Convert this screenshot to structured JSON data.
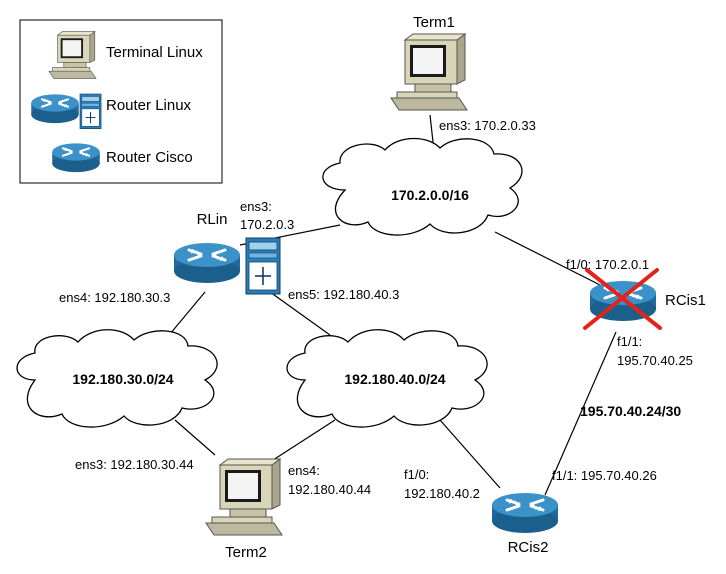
{
  "legend": {
    "items": [
      {
        "label": "Terminal Linux",
        "icon": "terminal-icon"
      },
      {
        "label": "Router Linux",
        "icon": "linux-router-icon"
      },
      {
        "label": "Router Cisco",
        "icon": "cisco-router-icon"
      }
    ]
  },
  "networks": {
    "net_main": "170.2.0.0/16",
    "net_30": "192.180.30.0/24",
    "net_40": "192.180.40.0/24",
    "net_wan": "195.70.40.24/30"
  },
  "nodes": {
    "term1": {
      "name": "Term1",
      "ens3": "ens3: 170.2.0.33"
    },
    "rlin": {
      "name": "RLin",
      "ens3_label": "ens3:",
      "ens3_ip": "170.2.0.3",
      "ens4": "ens4: 192.180.30.3",
      "ens5": "ens5: 192.180.40.3"
    },
    "rcis1": {
      "name": "RCis1",
      "f10": "f1/0: 170.2.0.1",
      "f11_label": "f1/1:",
      "f11_ip": "195.70.40.25"
    },
    "rcis2": {
      "name": "RCis2",
      "f10_label": "f1/0:",
      "f10_ip": "192.180.40.2",
      "f11": "f1/1: 195.70.40.26"
    },
    "term2": {
      "name": "Term2",
      "ens3": "ens3: 192.180.30.44",
      "ens4_label": "ens4:",
      "ens4_ip": "192.180.40.44"
    }
  },
  "colors": {
    "router_blue": "#2a7fb8",
    "router_dark": "#1b5f8c",
    "terminal_beige": "#d9d5b8",
    "fail_red": "#e2231a"
  }
}
